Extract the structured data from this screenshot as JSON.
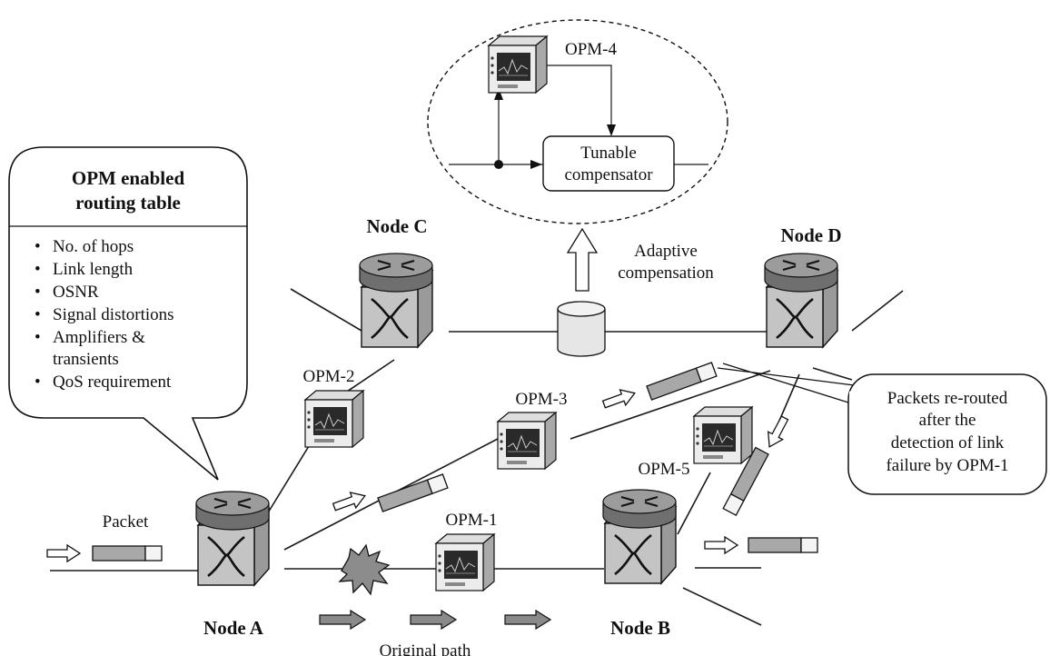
{
  "nodes": {
    "a": "Node A",
    "b": "Node B",
    "c": "Node C",
    "d": "Node D"
  },
  "monitors": {
    "opm1": "OPM-1",
    "opm2": "OPM-2",
    "opm3": "OPM-3",
    "opm4": "OPM-4",
    "opm5": "OPM-5"
  },
  "routing_table": {
    "title_line1": "OPM enabled",
    "title_line2": "routing table",
    "items": [
      "No. of hops",
      "Link length",
      "OSNR",
      "Signal distortions",
      "Amplifiers &",
      "transients",
      "QoS requirement"
    ]
  },
  "compensator": {
    "line1": "Tunable",
    "line2": "compensator"
  },
  "adaptive": {
    "line1": "Adaptive",
    "line2": "compensation"
  },
  "callout": {
    "line1": "Packets re-routed",
    "line2": "after the",
    "line3": "detection of link",
    "line4": "failure by OPM-1"
  },
  "packet_label": "Packet",
  "original_path_label": "Original path"
}
